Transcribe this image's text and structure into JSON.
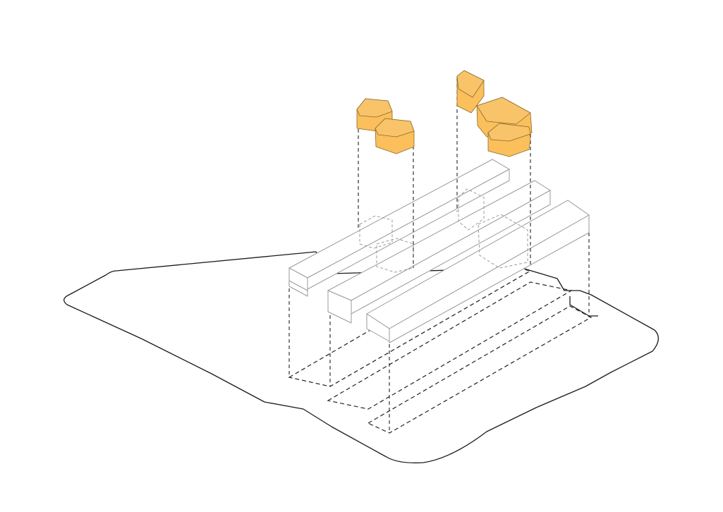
{
  "diagram": {
    "type": "axonometric-massing",
    "elements": {
      "site_boundary": "site-outline",
      "bars": [
        "bar-1",
        "bar-2",
        "bar-3"
      ],
      "footprints": [
        "footprint-1",
        "footprint-2",
        "footprint-3"
      ],
      "pods": [
        "pod-1",
        "pod-2",
        "pod-3",
        "pod-4",
        "pod-5"
      ]
    },
    "colors": {
      "pod_fill": "#fbbf5b",
      "pod_top": "#f9c36a",
      "line": "#1a1a1a",
      "bar_edge": "#9a9a9a"
    }
  }
}
